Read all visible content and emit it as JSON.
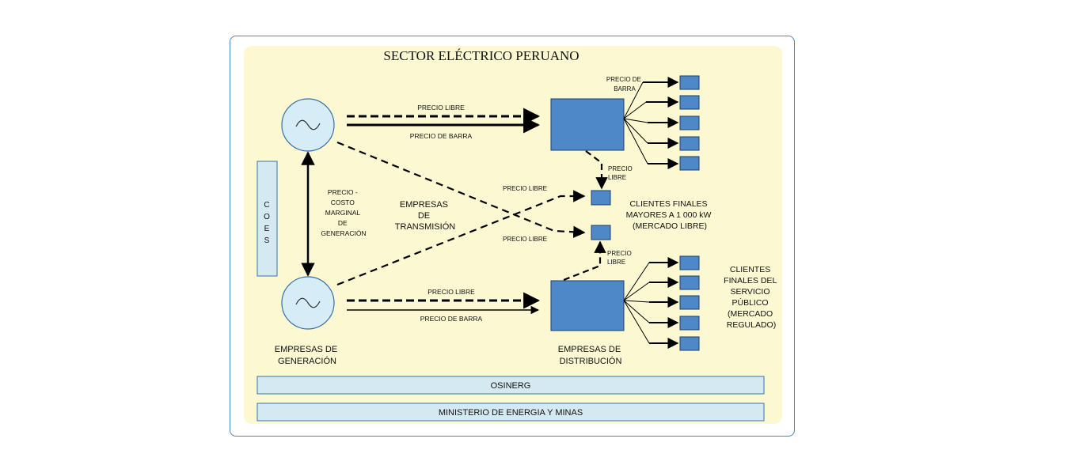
{
  "title": "SECTOR ELÉCTRICO PERUANO",
  "coes_label": "COES",
  "precio_costo_marginal": [
    "PRECIO -",
    "COSTO",
    "MARGINAL",
    "DE",
    "GENERACIÓN"
  ],
  "empresas_transmision": [
    "EMPRESAS",
    "DE",
    "TRANSMISIÓN"
  ],
  "empresas_generacion": [
    "EMPRESAS DE",
    "GENERACIÓN"
  ],
  "empresas_distribucion": [
    "EMPRESAS DE",
    "DISTRIBUCIÓN"
  ],
  "precio_libre": "PRECIO LIBRE",
  "precio_de_barra": "PRECIO DE BARRA",
  "precio_de_barra_lines": [
    "PRECIO DE",
    "BARRA"
  ],
  "precio_libre_lines": [
    "PRECIO",
    "LIBRE"
  ],
  "clientes_libres": [
    "CLIENTES FINALES",
    "MAYORES A 1 000 kW",
    "(MERCADO LIBRE)"
  ],
  "clientes_regulados": [
    "CLIENTES",
    "FINALES DEL",
    "SERVICIO",
    "PÚBLICO",
    "(MERCADO",
    "REGULADO)"
  ],
  "osinerg": "OSINERG",
  "ministerio": "MINISTERIO DE ENERGIA Y MINAS",
  "colors": {
    "box_fill": "#4f88c8",
    "circle_fill": "#d6ecf6",
    "bar_fill": "#d5e9f2",
    "panel": "#fbf8d2",
    "frame": "#4a86c5"
  }
}
